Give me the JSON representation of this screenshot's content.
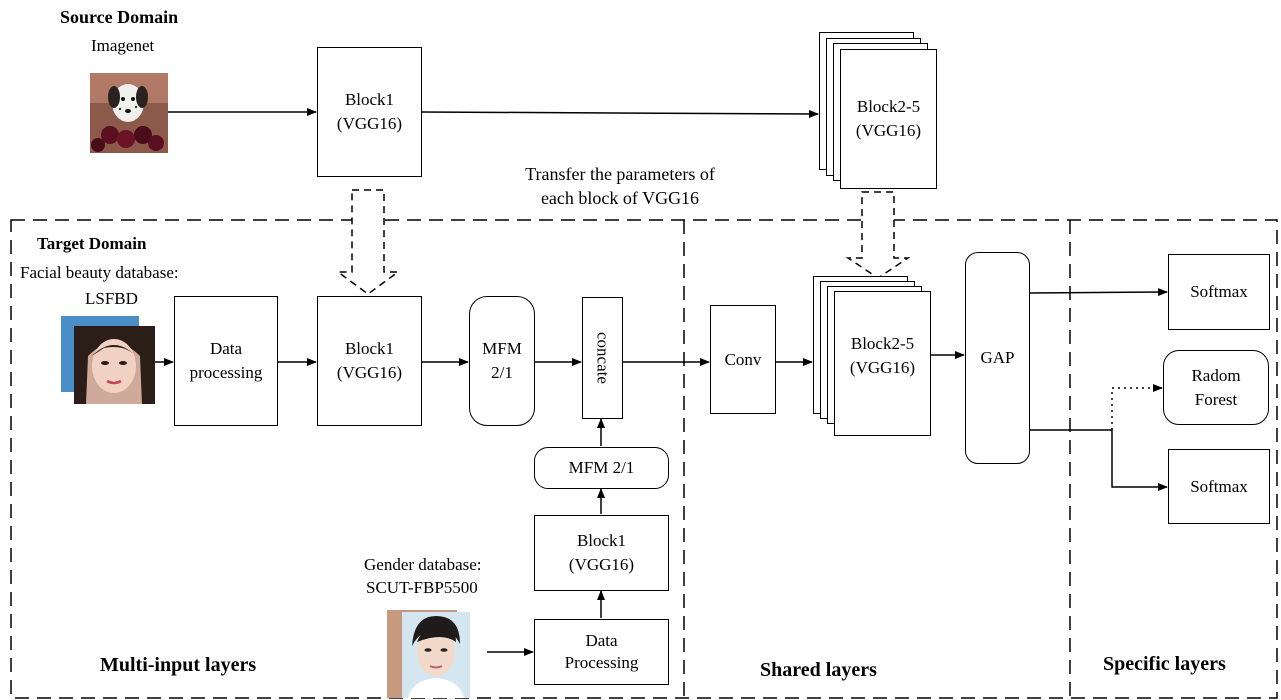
{
  "source": {
    "title": "Source Domain",
    "dataset": "Imagenet",
    "block1": "Block1\n(VGG16)",
    "block25": "Block2-5\n(VGG16)"
  },
  "transfer_note": {
    "line1": "Transfer the parameters of",
    "line2": "each block of VGG16"
  },
  "target": {
    "title": "Target Domain",
    "db1_line1": "Facial beauty database:",
    "db1_line2": "LSFBD",
    "db2_line1": "Gender database:",
    "db2_line2": "SCUT-FBP5500"
  },
  "multi_input": {
    "data_processing": "Data\nprocessing",
    "block1": "Block1\n(VGG16)",
    "mfm": "MFM\n2/1",
    "concate": "concate",
    "mfm2": "MFM 2/1",
    "block1_b": "Block1\n(VGG16)",
    "data_processing_b": "Data\nProcessing",
    "section_label": "Multi-input layers"
  },
  "shared": {
    "conv": "Conv",
    "block25": "Block2-5\n(VGG16)",
    "gap": "GAP",
    "section_label": "Shared layers"
  },
  "specific": {
    "softmax1": "Softmax",
    "random_forest": "Radom\nForest",
    "softmax2": "Softmax",
    "section_label": "Specific layers"
  },
  "icons": {
    "dog_photo": "dalmatian-dog-photo",
    "face1": "female-face-photo",
    "face2": "male-face-photo"
  }
}
